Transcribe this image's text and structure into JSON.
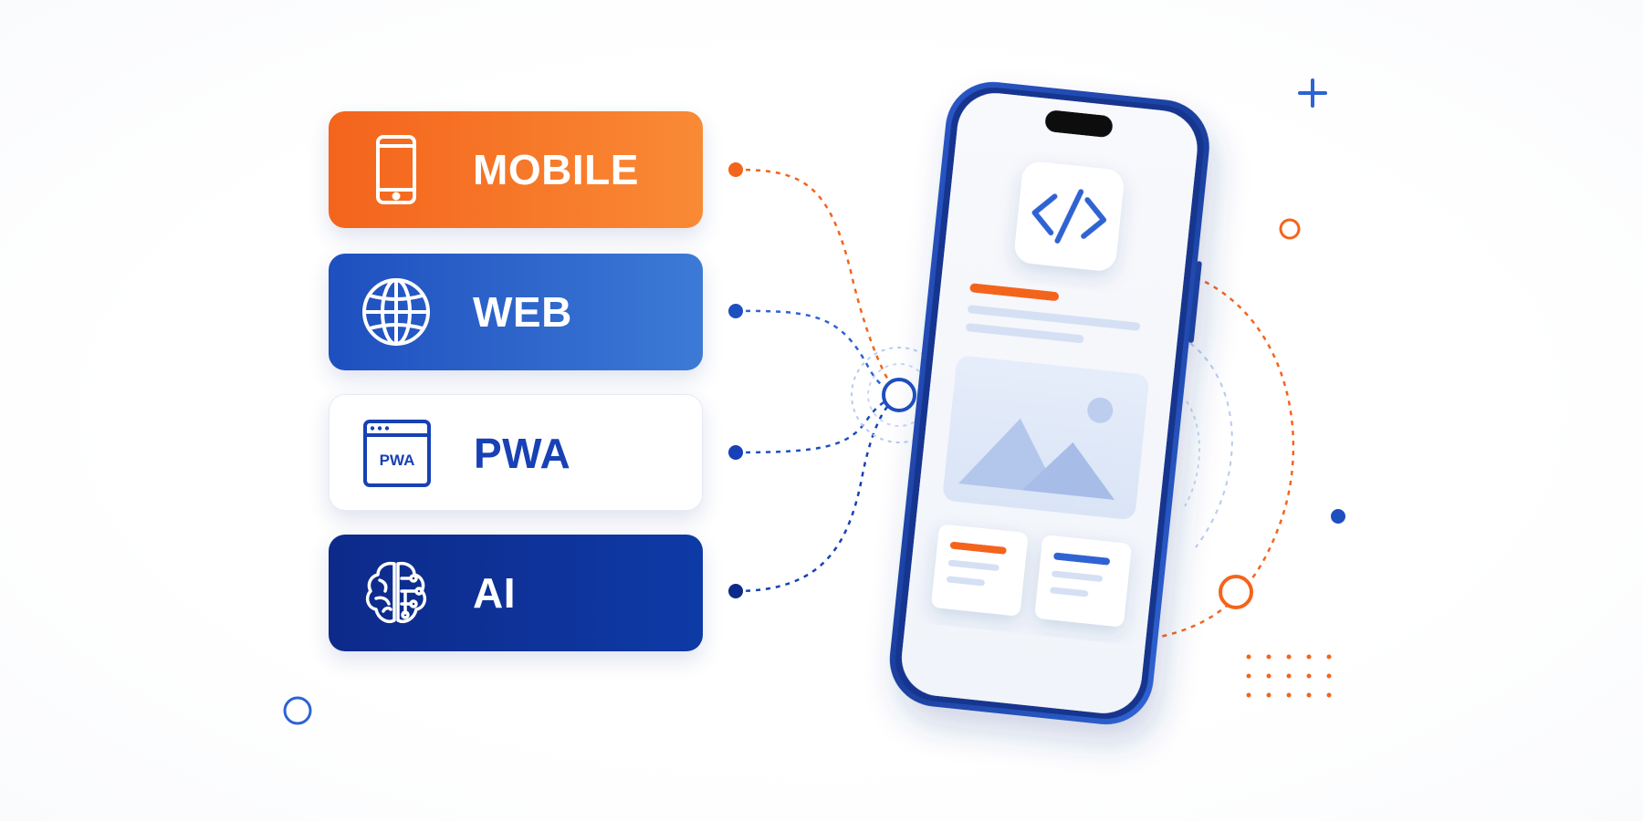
{
  "cards": [
    {
      "id": "mobile",
      "label": "MOBILE",
      "icon": "smartphone-icon",
      "color": "#f4641c"
    },
    {
      "id": "web",
      "label": "WEB",
      "icon": "globe-icon",
      "color": "#1e4fbf"
    },
    {
      "id": "pwa",
      "label": "PWA",
      "icon": "browser-window-icon",
      "icon_text": "PWA",
      "color": "#1741b4"
    },
    {
      "id": "ai",
      "label": "AI",
      "icon": "brain-circuit-icon",
      "color": "#0d2a8a"
    }
  ],
  "phone": {
    "icon": "code-brackets-icon",
    "image_placeholder_icon": "mountain-image-icon"
  },
  "colors": {
    "orange": "#f4641c",
    "blue": "#1e4fbf",
    "dark_blue": "#0d2a8a",
    "light_blue": "#a9c1ec"
  }
}
